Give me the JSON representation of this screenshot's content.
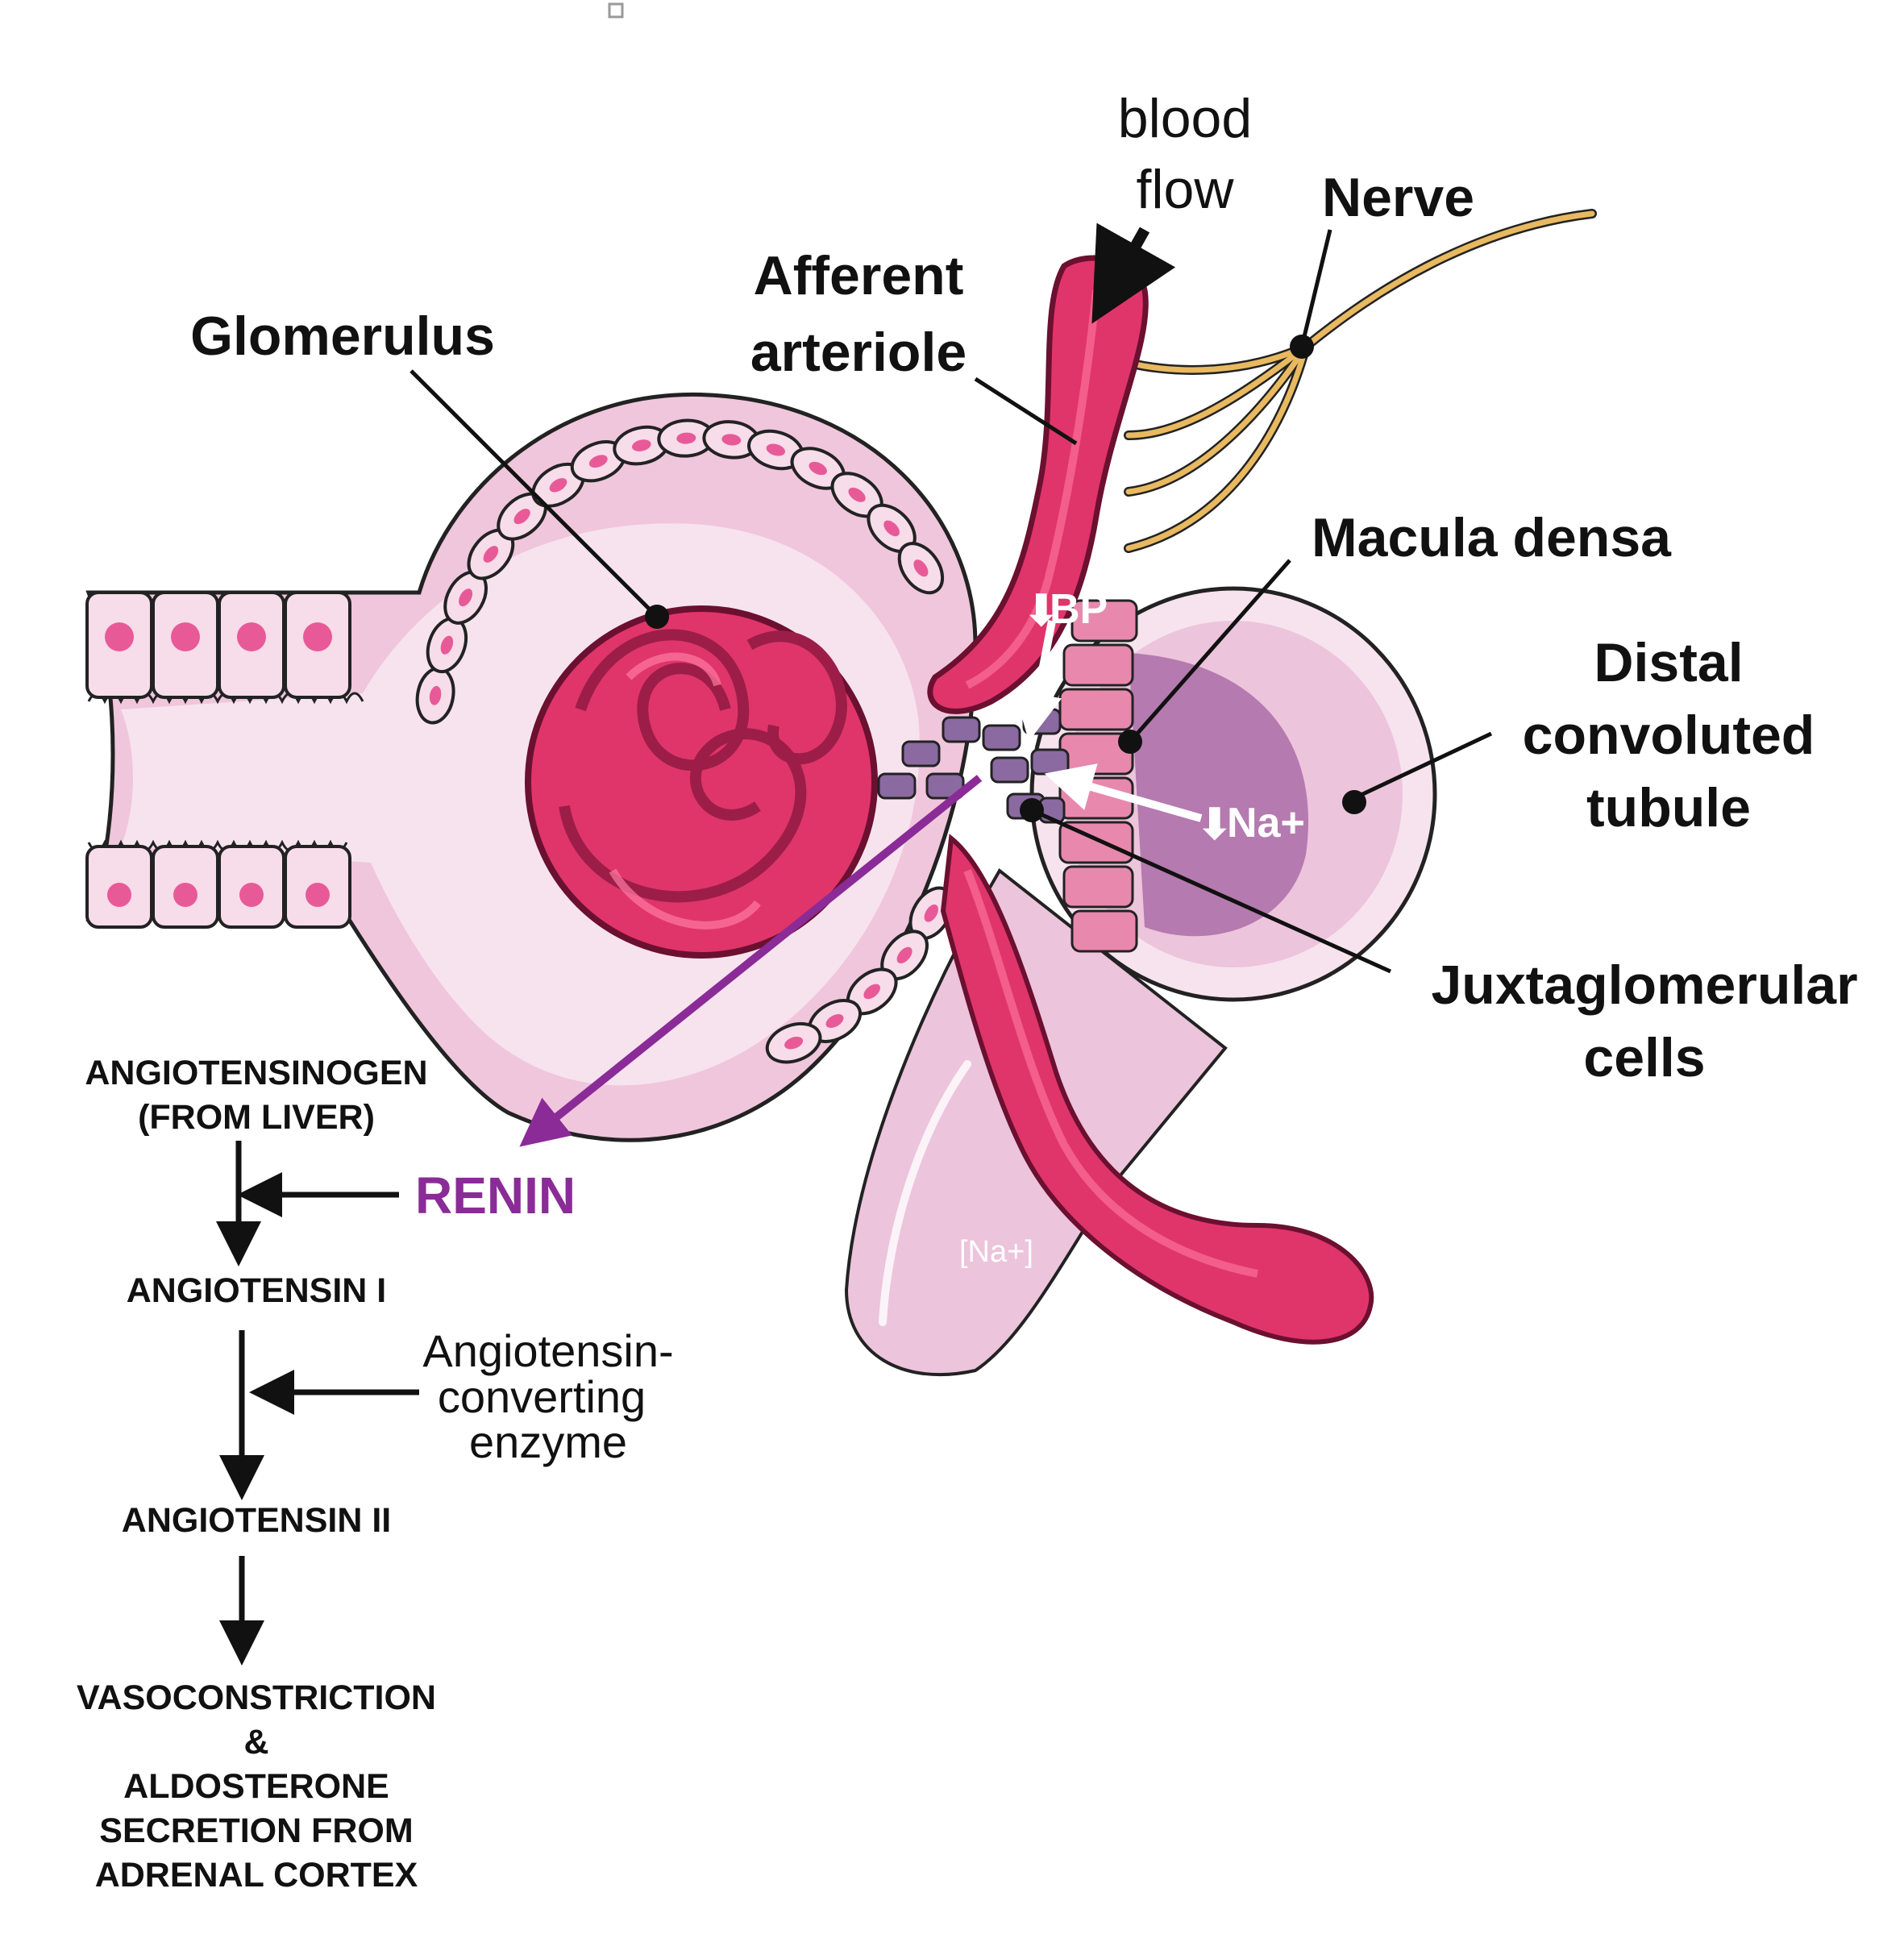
{
  "labels": {
    "blood": "blood",
    "flow": "flow",
    "nerve": "Nerve",
    "afferent_1": "Afferent",
    "afferent_2": "arteriole",
    "glomerulus": "Glomerulus",
    "macula_densa": "Macula densa",
    "distal_1": "Distal",
    "distal_2": "convoluted",
    "distal_3": "tubule",
    "jg_1": "Juxtaglomerular",
    "jg_2": "cells",
    "bp": "BP",
    "na": "Na+",
    "na_tube": "[Na+]",
    "renin": "RENIN"
  },
  "pathway": {
    "step1_a": "ANGIOTENSINOGEN",
    "step1_b": "(FROM LIVER)",
    "step2": "ANGIOTENSIN I",
    "ace_1": "Angiotensin-",
    "ace_2": "converting",
    "ace_3": "enzyme",
    "step3": "ANGIOTENSIN II",
    "out_1": "VASOCONSTRICTION",
    "out_2": "&",
    "out_3": "ALDOSTERONE",
    "out_4": "SECRETION FROM",
    "out_5": "ADRENAL CORTEX"
  },
  "colors": {
    "capsule": "#f0c6dc",
    "capsule_light": "#f7e3ee",
    "vessel": "#e0356a",
    "vessel_dark": "#9c1e48",
    "nuclei": "#e85a97",
    "jg_cells": "#8a6aa0",
    "renin": "#8a2b97",
    "nerve": "#e8b960",
    "tube": "#ecc4dc",
    "dct_lumen": "#b57aaf"
  }
}
